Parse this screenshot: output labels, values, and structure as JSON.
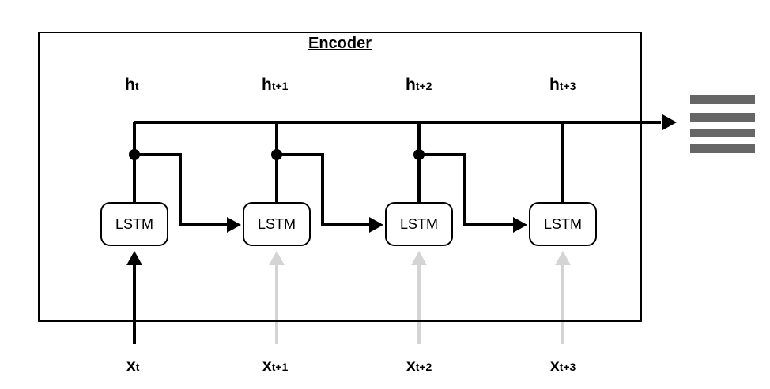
{
  "encoder": {
    "title": "Encoder"
  },
  "hidden_states": [
    {
      "base": "h",
      "sub": "t"
    },
    {
      "base": "h",
      "sub": "t+1"
    },
    {
      "base": "h",
      "sub": "t+2"
    },
    {
      "base": "h",
      "sub": "t+3"
    }
  ],
  "cells": [
    {
      "label": "LSTM"
    },
    {
      "label": "LSTM"
    },
    {
      "label": "LSTM"
    },
    {
      "label": "LSTM"
    }
  ],
  "inputs": [
    {
      "base": "x",
      "sub": "t",
      "active": true
    },
    {
      "base": "x",
      "sub": "t+1",
      "active": false
    },
    {
      "base": "x",
      "sub": "t+2",
      "active": false
    },
    {
      "base": "x",
      "sub": "t+3",
      "active": false
    }
  ],
  "colors": {
    "line": "#000000",
    "inactive_input": "#d4d4d4",
    "output_bars": "#666666"
  }
}
